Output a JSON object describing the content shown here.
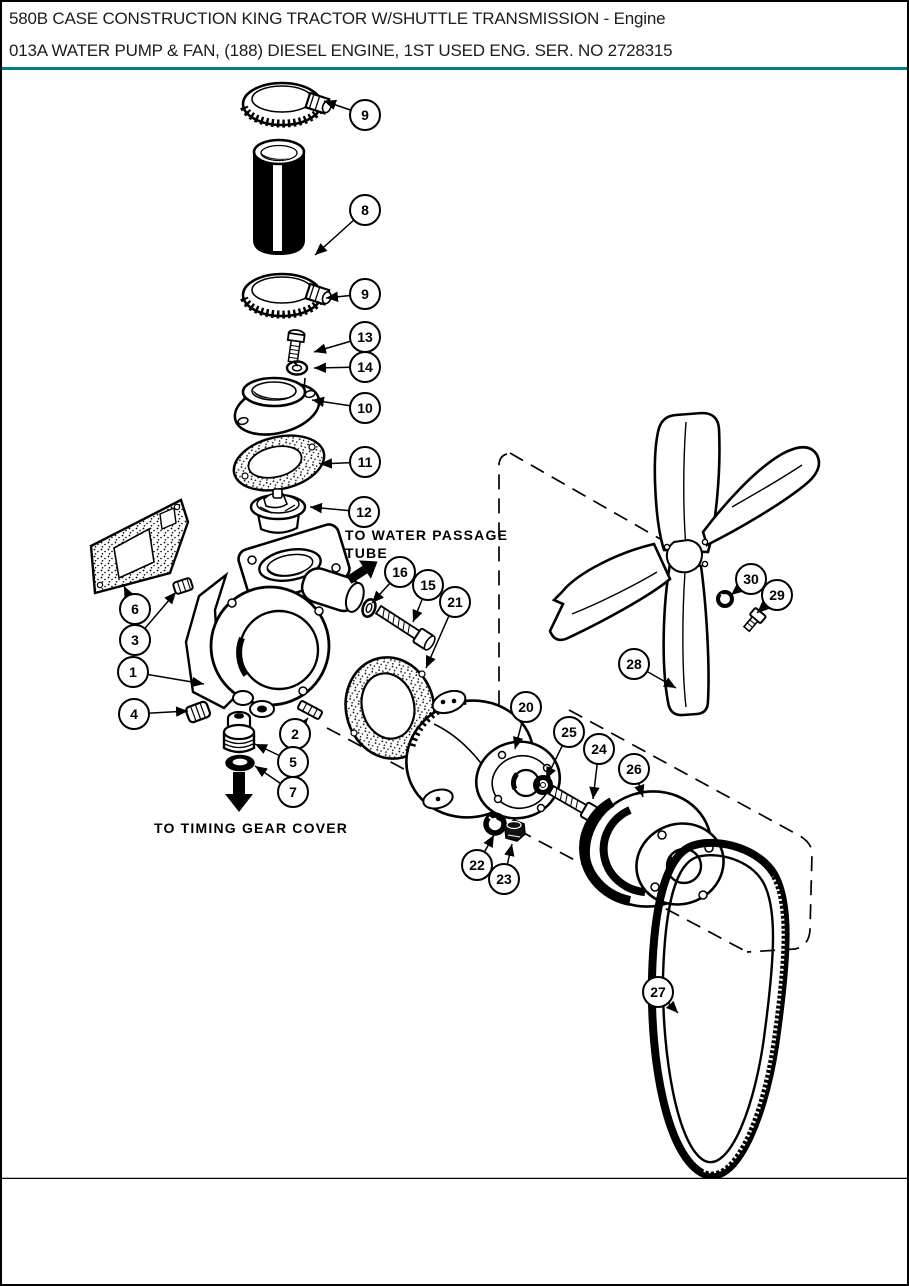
{
  "header": {
    "line1": "580B CASE CONSTRUCTION KING TRACTOR W/SHUTTLE TRANSMISSION - Engine",
    "line2": "013A WATER PUMP & FAN, (188) DIESEL ENGINE, 1ST USED ENG. SER. NO 2728315"
  },
  "accent_color": "#008080",
  "diagram": {
    "annotations": {
      "water_passage_line1": "TO WATER PASSAGE",
      "water_passage_line2": "TUBE",
      "timing_gear": "TO TIMING GEAR COVER"
    },
    "callouts": [
      {
        "label": "9"
      },
      {
        "label": "8"
      },
      {
        "label": "9"
      },
      {
        "label": "13"
      },
      {
        "label": "14"
      },
      {
        "label": "10"
      },
      {
        "label": "11"
      },
      {
        "label": "12"
      },
      {
        "label": "6"
      },
      {
        "label": "3"
      },
      {
        "label": "1"
      },
      {
        "label": "4"
      },
      {
        "label": "2"
      },
      {
        "label": "5"
      },
      {
        "label": "7"
      },
      {
        "label": "16"
      },
      {
        "label": "15"
      },
      {
        "label": "21"
      },
      {
        "label": "20"
      },
      {
        "label": "25"
      },
      {
        "label": "24"
      },
      {
        "label": "26"
      },
      {
        "label": "22"
      },
      {
        "label": "23"
      },
      {
        "label": "28"
      },
      {
        "label": "30"
      },
      {
        "label": "29"
      },
      {
        "label": "27"
      }
    ]
  }
}
